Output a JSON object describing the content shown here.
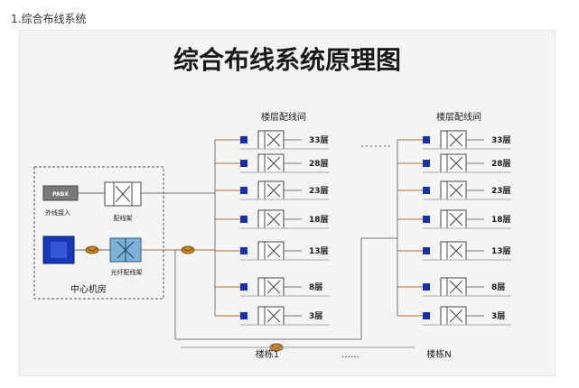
{
  "heading": "1.综合布线系统",
  "diagram": {
    "title": "综合布线系统原理图",
    "pbx": "PABX",
    "outside_line": "外线接入",
    "patch_panel": "配线架",
    "fiber_panel": "光纤配线架",
    "center_room": "中心机房",
    "floor_distribution": "楼层配线间",
    "floors": [
      "33层",
      "28层",
      "23层",
      "18层",
      "13层",
      "8层",
      "3层"
    ],
    "building1": "楼栋1",
    "ellipsis": "……",
    "buildingN": "楼栋N"
  }
}
